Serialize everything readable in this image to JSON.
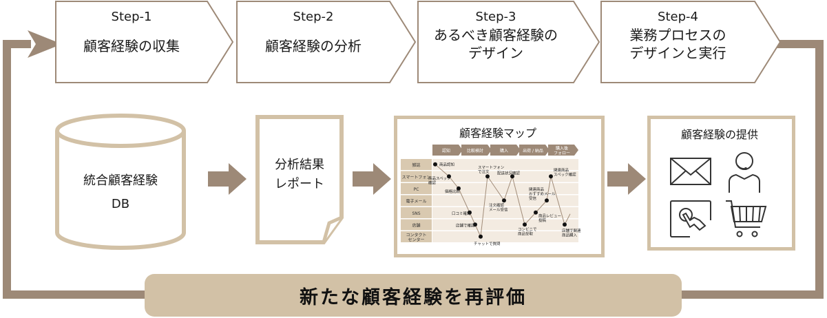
{
  "colors": {
    "loop_arrow": "#9d8977",
    "step_border": "#9d8977",
    "box_border": "#d2c1a6",
    "banner_bg": "#d2c1a6",
    "map_header": "#9d8977",
    "map_row_label_bg": "#d9c9b0",
    "map_row_bg": "#f3ebe1",
    "map_line": "#a08b78"
  },
  "steps": [
    {
      "label": "Step-1",
      "title_lines": [
        "顧客経験の収集"
      ]
    },
    {
      "label": "Step-2",
      "title_lines": [
        "顧客経験の分析"
      ]
    },
    {
      "label": "Step-3",
      "title_lines": [
        "あるべき顧客経験の",
        "デザイン"
      ]
    },
    {
      "label": "Step-4",
      "title_lines": [
        "業務プロセスの",
        "デザインと実行"
      ]
    }
  ],
  "database": {
    "line1": "統合顧客経験",
    "line2": "DB",
    "icon": "database-cylinder-icon"
  },
  "report": {
    "line1": "分析結果",
    "line2": "レポート",
    "icon": "document-icon"
  },
  "journey_map": {
    "title": "顧客経験マップ",
    "phases": [
      "認知",
      "比較検討",
      "購入",
      "出荷 / 納品",
      "購入後\nフォロー"
    ],
    "channels": [
      "雑誌",
      "スマートフォン",
      "PC",
      "電子メール",
      "SNS",
      "店舗",
      "コンタクト\nセンター"
    ],
    "touchpoints": [
      {
        "label": "商品認知",
        "channel": "雑誌"
      },
      {
        "label": "商品スペック\n確認",
        "channel": "スマートフォン"
      },
      {
        "label": "価格比較",
        "channel": "PC"
      },
      {
        "label": "口コミ確認",
        "channel": "SNS"
      },
      {
        "label": "店舗で確認",
        "channel": "店舗"
      },
      {
        "label": "チャットで質問",
        "channel": "コンタクト\nセンター"
      },
      {
        "label": "スマートフォン\nで注文",
        "channel": "スマートフォン"
      },
      {
        "label": "注文確認\nメール受信",
        "channel": "電子メール"
      },
      {
        "label": "配送状況確認",
        "channel": "スマートフォン"
      },
      {
        "label": "コンビニで\n商品受取",
        "channel": "店舗"
      },
      {
        "label": "商品レビュー\n投稿",
        "channel": "SNS"
      },
      {
        "label": "関連商品\nおすすめメール\n受信",
        "channel": "電子メール"
      },
      {
        "label": "関連商品\nスペック確認",
        "channel": "スマートフォン"
      },
      {
        "label": "店舗で関連\n商品購入",
        "channel": "店舗"
      }
    ]
  },
  "provide": {
    "title": "顧客経験の提供",
    "icons": [
      "mail-icon",
      "operator-icon",
      "touch-screen-icon",
      "shopping-cart-icon"
    ]
  },
  "banner": {
    "text": "新たな顧客経験を再評価"
  }
}
